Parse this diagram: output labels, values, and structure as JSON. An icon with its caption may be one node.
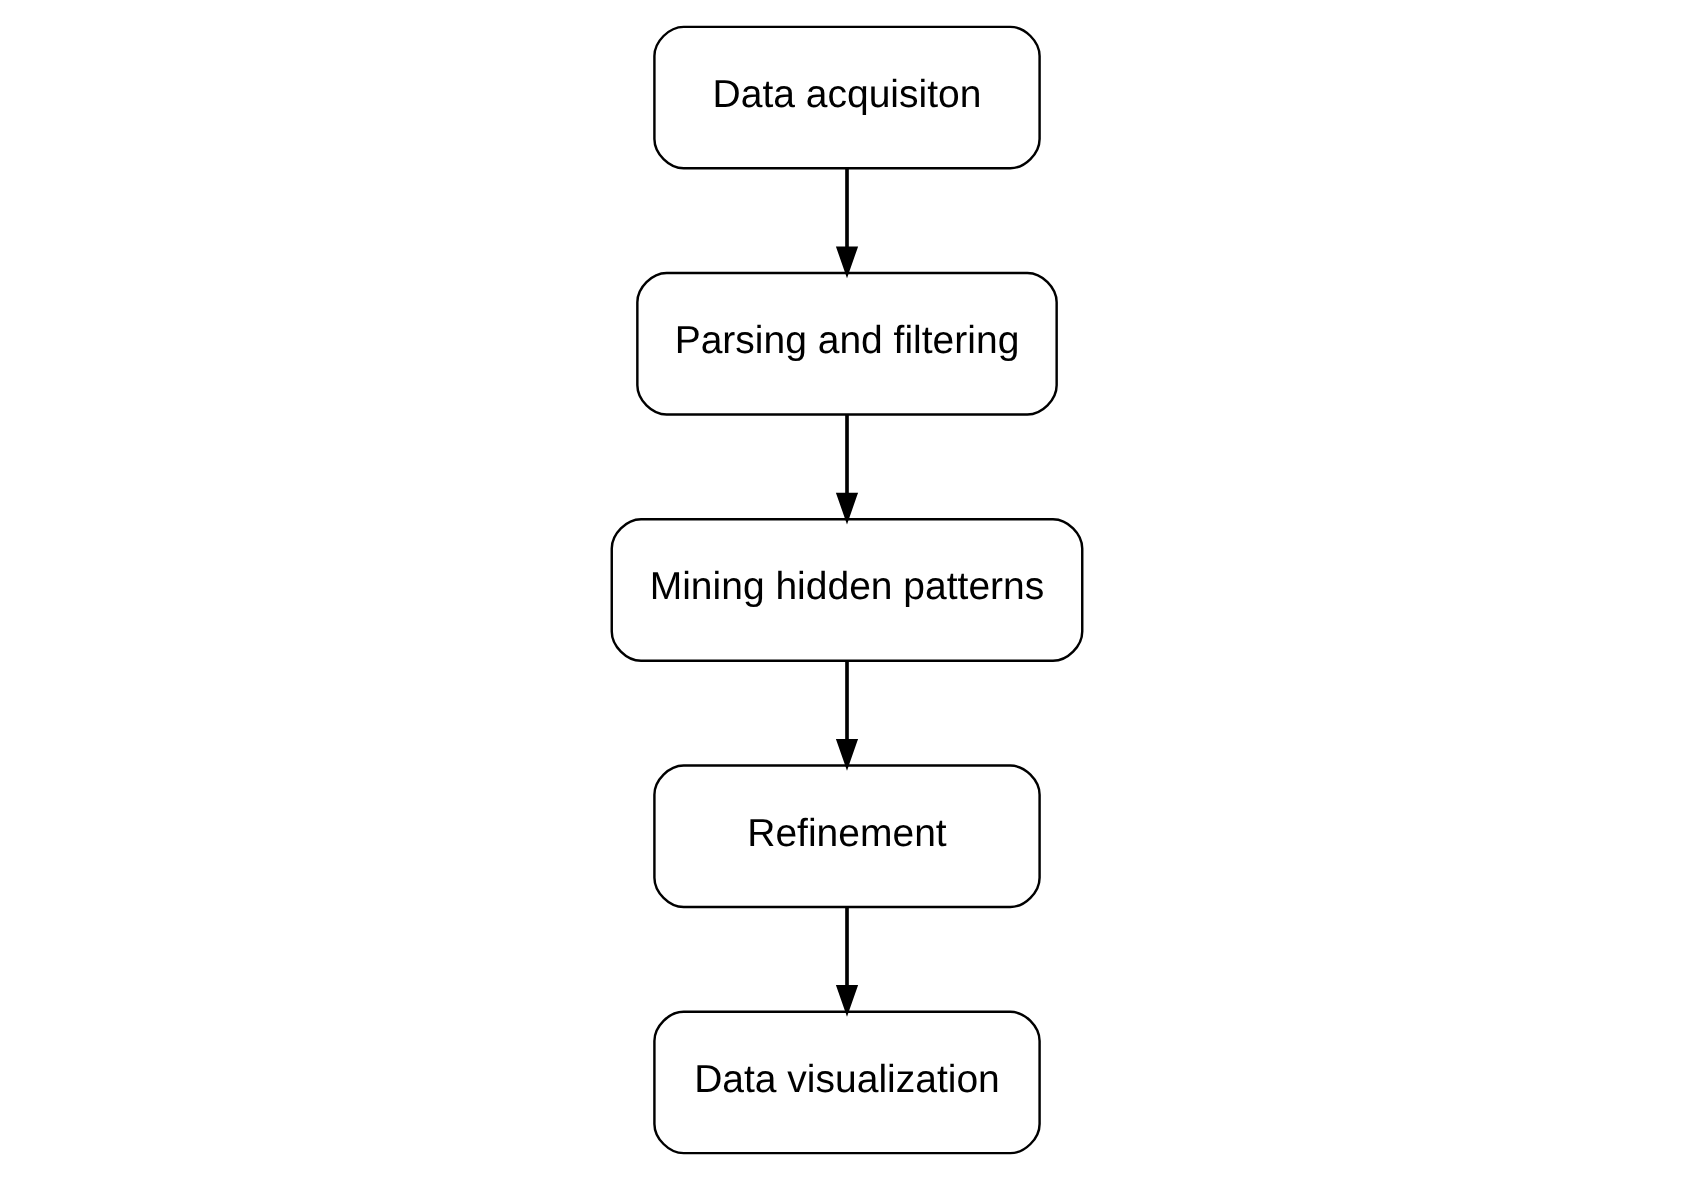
{
  "diagram": {
    "nodes": [
      {
        "text": [
          "Data acquisiton"
        ]
      },
      {
        "text": [
          "Parsing and filtering"
        ]
      },
      {
        "text": [
          "Mining hidden patterns"
        ]
      },
      {
        "text": [
          "Refinement"
        ]
      },
      {
        "text": [
          "Data visualization"
        ]
      }
    ],
    "edges": [
      {
        "from": 0,
        "to": 1,
        "arrow": "to"
      },
      {
        "from": 1,
        "to": 2,
        "arrow": "to"
      },
      {
        "from": 2,
        "to": 3,
        "arrow": "to"
      },
      {
        "from": 3,
        "to": 4,
        "arrow": "to"
      }
    ]
  }
}
